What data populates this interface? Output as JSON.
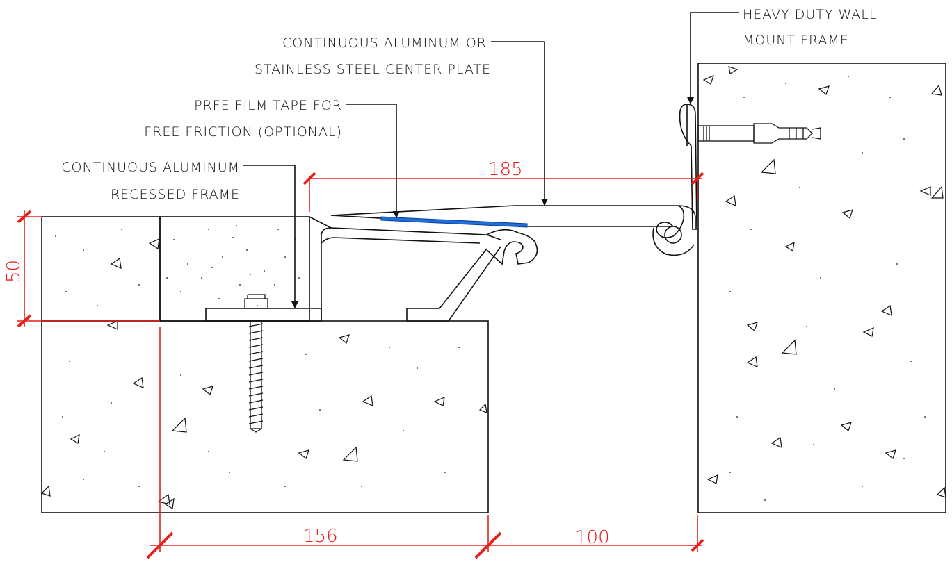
{
  "labels": {
    "wall_frame_line1": "Heavy Duty Wall",
    "wall_frame_line2": "Mount Frame",
    "center_plate_line1": "Continuous Aluminum or",
    "center_plate_line2": "Stainless Steel Center Plate",
    "tape_line1": "PRFE Film Tape for",
    "tape_line2": "Free Friction (Optional)",
    "recessed_line1": "Continuous Aluminum",
    "recessed_line2": "Recessed Frame"
  },
  "dimensions": {
    "plate_width": "185",
    "recess_depth": "50",
    "slab_width": "156",
    "gap_width": "100"
  },
  "colors": {
    "dimension": "#e8211c",
    "line": "#111111",
    "tape": "#1f6fd6"
  }
}
